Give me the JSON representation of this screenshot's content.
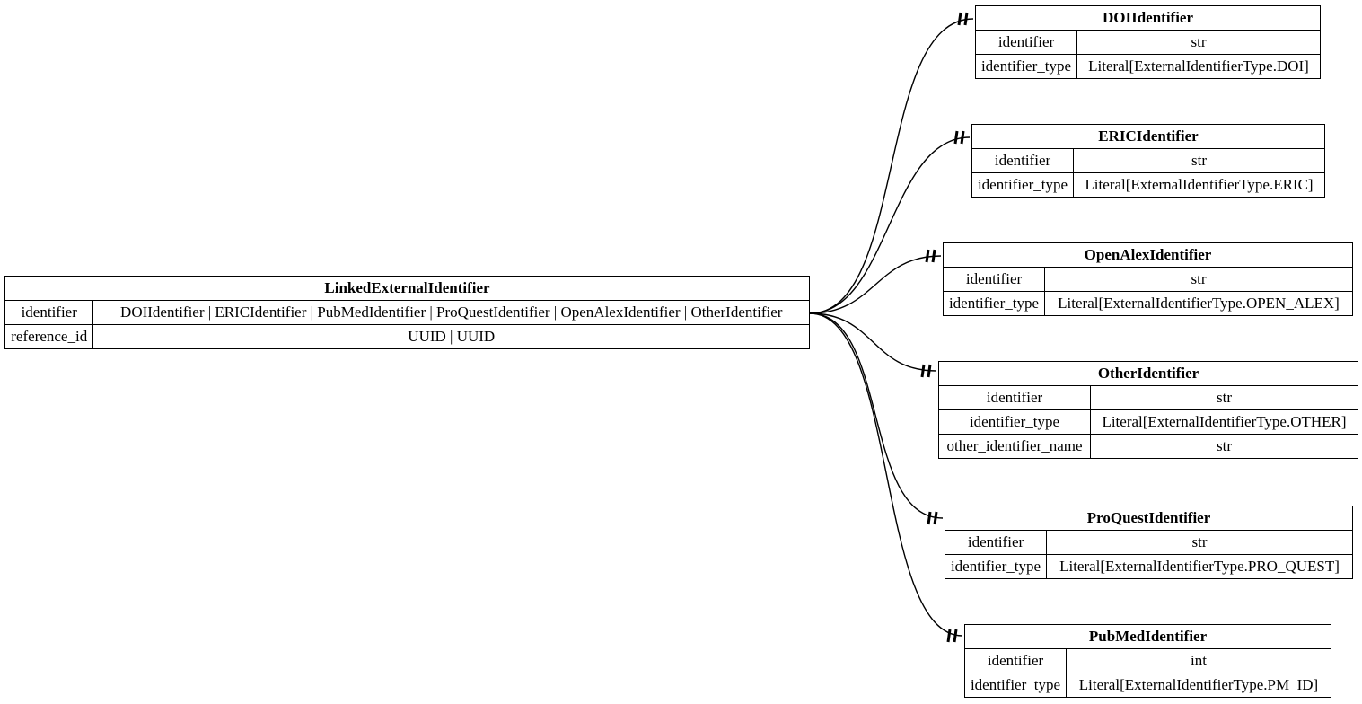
{
  "diagram": {
    "type": "entity-relationship",
    "relationships": [
      {
        "from": "LinkedExternalIdentifier.identifier",
        "to": "DOIIdentifier",
        "end_marker": "one-and-only-one"
      },
      {
        "from": "LinkedExternalIdentifier.identifier",
        "to": "ERICIdentifier",
        "end_marker": "one-and-only-one"
      },
      {
        "from": "LinkedExternalIdentifier.identifier",
        "to": "OpenAlexIdentifier",
        "end_marker": "one-and-only-one"
      },
      {
        "from": "LinkedExternalIdentifier.identifier",
        "to": "OtherIdentifier",
        "end_marker": "one-and-only-one"
      },
      {
        "from": "LinkedExternalIdentifier.identifier",
        "to": "ProQuestIdentifier",
        "end_marker": "one-and-only-one"
      },
      {
        "from": "LinkedExternalIdentifier.identifier",
        "to": "PubMedIdentifier",
        "end_marker": "one-and-only-one"
      }
    ]
  },
  "entities": {
    "linked": {
      "title": "LinkedExternalIdentifier",
      "rows": [
        {
          "field": "identifier",
          "type": "DOIIdentifier | ERICIdentifier | PubMedIdentifier | ProQuestIdentifier | OpenAlexIdentifier | OtherIdentifier"
        },
        {
          "field": "reference_id",
          "type": "UUID | UUID"
        }
      ]
    },
    "doi": {
      "title": "DOIIdentifier",
      "rows": [
        {
          "field": "identifier",
          "type": "str"
        },
        {
          "field": "identifier_type",
          "type": "Literal[ExternalIdentifierType.DOI]"
        }
      ]
    },
    "eric": {
      "title": "ERICIdentifier",
      "rows": [
        {
          "field": "identifier",
          "type": "str"
        },
        {
          "field": "identifier_type",
          "type": "Literal[ExternalIdentifierType.ERIC]"
        }
      ]
    },
    "openalex": {
      "title": "OpenAlexIdentifier",
      "rows": [
        {
          "field": "identifier",
          "type": "str"
        },
        {
          "field": "identifier_type",
          "type": "Literal[ExternalIdentifierType.OPEN_ALEX]"
        }
      ]
    },
    "other": {
      "title": "OtherIdentifier",
      "rows": [
        {
          "field": "identifier",
          "type": "str"
        },
        {
          "field": "identifier_type",
          "type": "Literal[ExternalIdentifierType.OTHER]"
        },
        {
          "field": "other_identifier_name",
          "type": "str"
        }
      ]
    },
    "proquest": {
      "title": "ProQuestIdentifier",
      "rows": [
        {
          "field": "identifier",
          "type": "str"
        },
        {
          "field": "identifier_type",
          "type": "Literal[ExternalIdentifierType.PRO_QUEST]"
        }
      ]
    },
    "pubmed": {
      "title": "PubMedIdentifier",
      "rows": [
        {
          "field": "identifier",
          "type": "int"
        },
        {
          "field": "identifier_type",
          "type": "Literal[ExternalIdentifierType.PM_ID]"
        }
      ]
    }
  }
}
